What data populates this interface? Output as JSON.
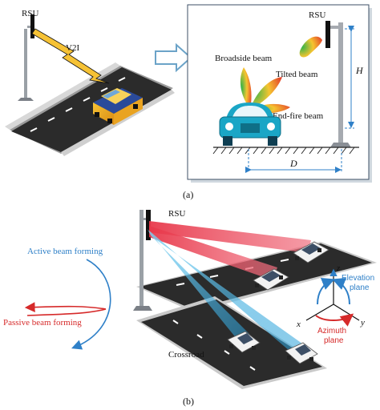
{
  "panel_a": {
    "caption": "(a)",
    "rsu_left_label": "RSU",
    "link_label": "V2I",
    "inset": {
      "rsu_label": "RSU",
      "height_label": "H",
      "distance_label": "D",
      "beams": [
        "Broadside beam",
        "Tilted beam",
        "End-fire beam"
      ]
    }
  },
  "panel_b": {
    "caption": "(b)",
    "rsu_label": "RSU",
    "active_label": "Active beam forming",
    "passive_label": "Passive beam forming",
    "crossroad_label": "Crossroad",
    "axes": {
      "z": "z",
      "x": "x",
      "y": "y",
      "elevation_line1": "Elevation",
      "elevation_line2": "plane",
      "azimuth_line1": "Azimuth",
      "azimuth_line2": "plane"
    }
  },
  "colors": {
    "blue_beam": "#3fa9de",
    "red_beam": "#e8384a",
    "label_blue": "#2f80c8",
    "label_red": "#d62a2a",
    "road": "#2b2b2b",
    "car_body": "#1aa6c6"
  }
}
